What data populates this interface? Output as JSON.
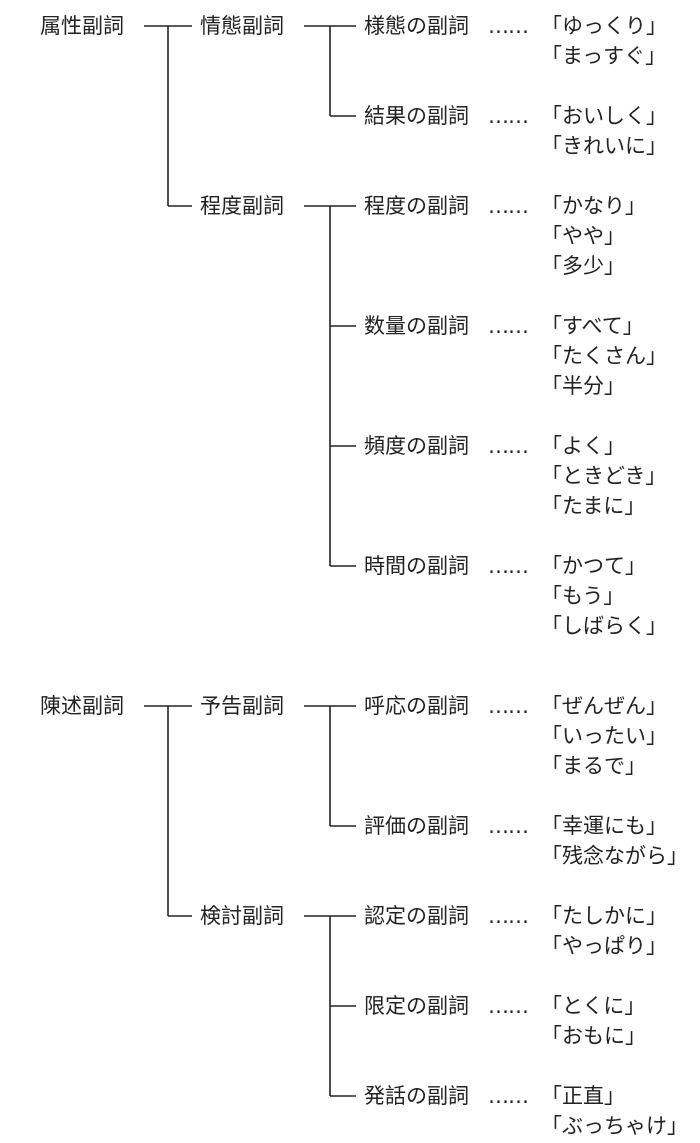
{
  "tree": [
    {
      "label": "属性副詞",
      "children": [
        {
          "label": "情態副詞",
          "children": [
            {
              "label": "様態の副詞",
              "examples": [
                "「ゆっくり」",
                "「まっすぐ」"
              ]
            },
            {
              "label": "結果の副詞",
              "examples": [
                "「おいしく」",
                "「きれいに」"
              ]
            }
          ]
        },
        {
          "label": "程度副詞",
          "children": [
            {
              "label": "程度の副詞",
              "examples": [
                "「かなり」",
                "「やや」",
                "「多少」"
              ]
            },
            {
              "label": "数量の副詞",
              "examples": [
                "「すべて」",
                "「たくさん」",
                "「半分」"
              ]
            },
            {
              "label": "頻度の副詞",
              "examples": [
                "「よく」",
                "「ときどき」",
                "「たまに」"
              ]
            },
            {
              "label": "時間の副詞",
              "examples": [
                "「かつて」",
                "「もう」",
                "「しばらく」"
              ]
            }
          ]
        }
      ]
    },
    {
      "label": "陳述副詞",
      "children": [
        {
          "label": "予告副詞",
          "children": [
            {
              "label": "呼応の副詞",
              "examples": [
                "「ぜんぜん」",
                "「いったい」",
                "「まるで」"
              ]
            },
            {
              "label": "評価の副詞",
              "examples": [
                "「幸運にも」",
                "「残念ながら」"
              ]
            }
          ]
        },
        {
          "label": "検討副詞",
          "children": [
            {
              "label": "認定の副詞",
              "examples": [
                "「たしかに」",
                "「やっぱり」"
              ]
            },
            {
              "label": "限定の副詞",
              "examples": [
                "「とくに」",
                "「おもに」"
              ]
            },
            {
              "label": "発話の副詞",
              "examples": [
                "「正直」",
                "「ぶっちゃけ」"
              ]
            }
          ]
        }
      ]
    }
  ],
  "separator": "……"
}
